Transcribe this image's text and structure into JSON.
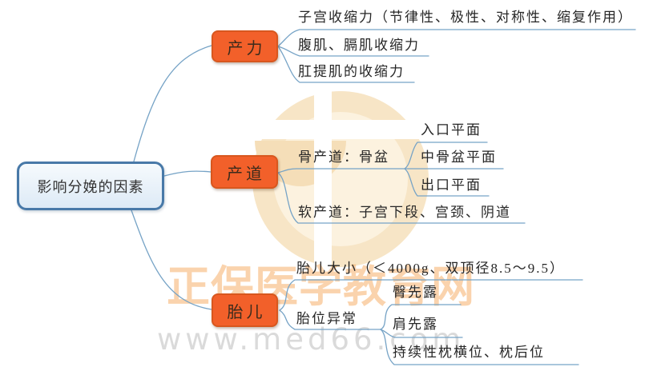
{
  "root": {
    "label": "影响分娩的因素"
  },
  "branches": [
    {
      "label": "产力",
      "children": [
        {
          "label": "子宫收缩力（节律性、极性、对称性、缩复作用）"
        },
        {
          "label": "腹肌、膈肌收缩力"
        },
        {
          "label": "肛提肌的收缩力"
        }
      ]
    },
    {
      "label": "产道",
      "children": [
        {
          "label": "骨产道：骨盆",
          "children": [
            {
              "label": "入口平面"
            },
            {
              "label": "中骨盆平面"
            },
            {
              "label": "出口平面"
            }
          ]
        },
        {
          "label": "软产道：子宫下段、宫颈、阴道"
        }
      ]
    },
    {
      "label": "胎儿",
      "children": [
        {
          "label": "胎儿大小（＜4000g、双顶径8.5～9.5）"
        },
        {
          "label": "胎位异常",
          "children": [
            {
              "label": "臀先露"
            },
            {
              "label": "肩先露"
            },
            {
              "label": "持续性枕横位、枕后位"
            }
          ]
        }
      ]
    }
  ],
  "watermark": {
    "brand_text": "正保医学教育网",
    "url_text": "www.med66.com"
  },
  "colors": {
    "branch_box_fill": "#f2602a",
    "branch_box_border": "#d8571e",
    "root_border": "#4879a8",
    "root_fill": "#e9f2fa",
    "connector_line": "#76a3c6",
    "watermark_orange": "#f3993c",
    "watermark_gray": "#9a9a9a",
    "logo_cream": "#f7e5c6"
  }
}
